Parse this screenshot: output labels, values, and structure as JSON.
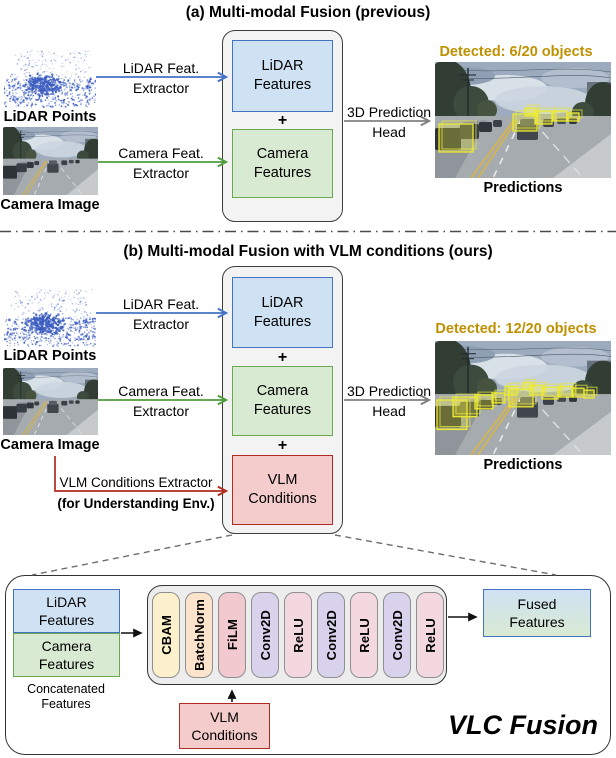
{
  "colors": {
    "lidar_fill": "#cfe2f3",
    "lidar_border": "#4472c4",
    "camera_fill": "#d9ead3",
    "camera_border": "#6aa84f",
    "vlm_fill": "#f4cccc",
    "vlm_border": "#b02b20",
    "detected_text": "#bf9000",
    "arrow_blue": "#4472c4",
    "arrow_green": "#4f9d3f",
    "arrow_gray": "#808080",
    "arrow_red": "#b02b20",
    "stage_cbam": "#fcf0cd",
    "stage_batchnorm": "#fbe3cc",
    "stage_film": "#f3c9d0",
    "stage_conv2d": "#d9d2ec",
    "stage_relu": "#f3d8e0"
  },
  "panel_a": {
    "title": "(a) Multi-modal Fusion (previous)",
    "lidar_points_label": "LiDAR Points",
    "camera_image_label": "Camera Image",
    "lidar_extractor": {
      "line1": "LiDAR Feat.",
      "line2": "Extractor"
    },
    "camera_extractor": {
      "line1": "Camera Feat.",
      "line2": "Extractor"
    },
    "prediction_head": {
      "line1": "3D Prediction",
      "line2": "Head"
    },
    "lidar_features_box": "LiDAR\nFeatures",
    "camera_features_box": "Camera\nFeatures",
    "plus": "+",
    "detected": "Detected: 6/20 objects",
    "predictions_label": "Predictions"
  },
  "panel_b": {
    "title": "(b) Multi-modal Fusion with VLM conditions (ours)",
    "lidar_points_label": "LiDAR Points",
    "camera_image_label": "Camera Image",
    "lidar_extractor": {
      "line1": "LiDAR Feat.",
      "line2": "Extractor"
    },
    "camera_extractor": {
      "line1": "Camera Feat.",
      "line2": "Extractor"
    },
    "vlm_extractor": {
      "line1": "VLM Conditions Extractor",
      "line2": "(for Understanding Env.)"
    },
    "prediction_head": {
      "line1": "3D Prediction",
      "line2": "Head"
    },
    "lidar_features_box": "LiDAR\nFeatures",
    "camera_features_box": "Camera\nFeatures",
    "vlm_conditions_box": "VLM\nConditions",
    "plus1": "+",
    "plus2": "+",
    "detected": "Detected: 12/20 objects",
    "predictions_label": "Predictions"
  },
  "vlc": {
    "lidar_features_box": "LiDAR\nFeatures",
    "camera_features_box": "Camera\nFeatures",
    "concatenated_label": "Concatenated\nFeatures",
    "pipeline": [
      "CBAM",
      "BatchNorm",
      "FiLM",
      "Conv2D",
      "ReLU",
      "Conv2D",
      "ReLU",
      "Conv2D",
      "ReLU"
    ],
    "vlm_conditions_box": "VLM\nConditions",
    "fused_features_box": "Fused\nFeatures",
    "caption": "VLC Fusion"
  }
}
